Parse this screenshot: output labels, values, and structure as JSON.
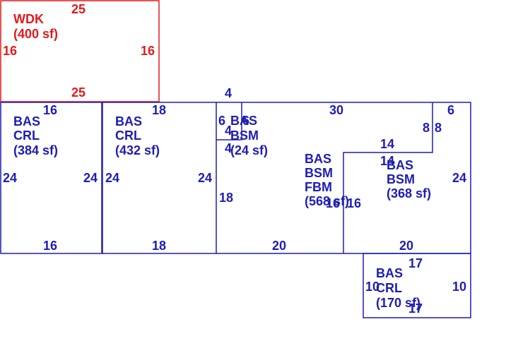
{
  "colors": {
    "deck": "#e21a1a",
    "building": "#1d1db5"
  },
  "areas": {
    "wdk": {
      "line1": "WDK",
      "line2": "(400 sf)",
      "dims": {
        "top": "25",
        "bottom": "25",
        "left": "16",
        "right": "16"
      }
    },
    "crl_a": {
      "line1": "BAS",
      "line2": "CRL",
      "line3": "(384 sf)",
      "dims": {
        "top": "16",
        "bottom": "16",
        "left": "24",
        "right": "24"
      }
    },
    "crl_b": {
      "line1": "BAS",
      "line2": "CRL",
      "line3": "(432 sf)",
      "dims": {
        "top": "18",
        "bottom": "18",
        "left": "24",
        "right": "24"
      }
    },
    "bsm_small": {
      "line1": "BAS",
      "line2": "BSM",
      "line3": "(24 sf)",
      "dims": {
        "top": "4",
        "left": "6",
        "right": "6",
        "inner": "4",
        "bottom": "4"
      }
    },
    "fbm": {
      "line1": "BAS",
      "line2": "BSM",
      "line3": "FBM",
      "line4": "(568 sf)",
      "dims": {
        "top": "30",
        "left": "18",
        "bottom": "20",
        "step_right": "8",
        "mid_left": "16"
      }
    },
    "bsm_large": {
      "line1": "BAS",
      "line2": "BSM",
      "line3": "(368 sf)",
      "dims": {
        "top": "6",
        "step": "8",
        "right": "24",
        "step_top": "14",
        "inner_top": "14",
        "left": "16",
        "bottom": "20"
      }
    },
    "crl_c": {
      "line1": "BAS",
      "line2": "CRL",
      "line3": "(170 sf)",
      "dims": {
        "top": "17",
        "bottom": "17",
        "left": "10",
        "right": "10"
      }
    }
  }
}
